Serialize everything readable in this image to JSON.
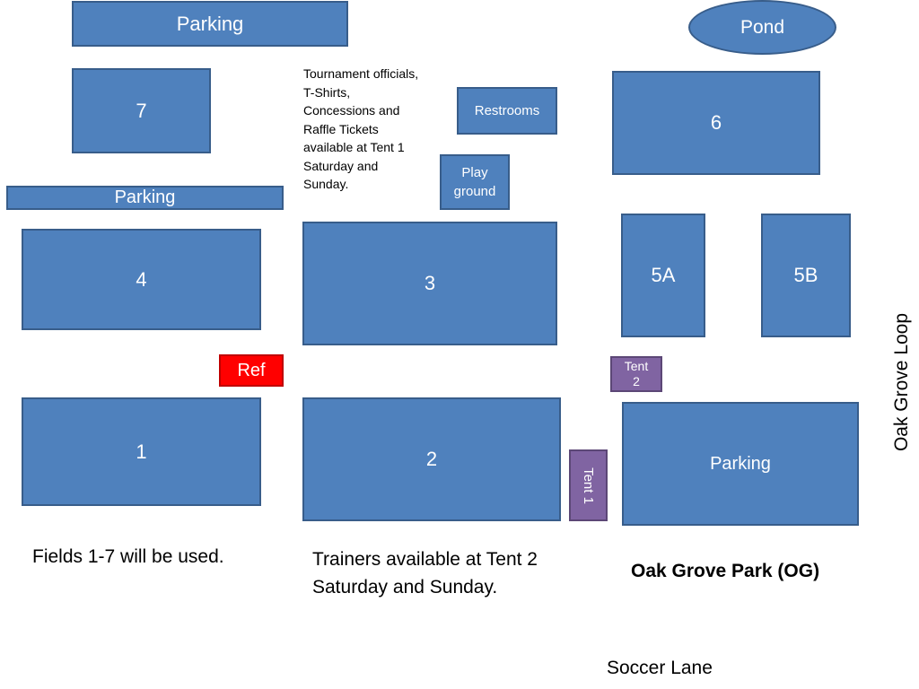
{
  "colors": {
    "field_fill": "#4f81bd",
    "field_border": "#385d8a",
    "tent_fill": "#8064a2",
    "ref_fill": "#ff0000",
    "text": "#000000"
  },
  "areas": {
    "parking_top": "Parking",
    "pond": "Pond",
    "field_7": "7",
    "restrooms": "Restrooms",
    "playground": "Play ground",
    "field_6": "6",
    "parking_mid": "Parking",
    "field_4": "4",
    "field_3": "3",
    "field_5a": "5A",
    "field_5b": "5B",
    "ref": "Ref",
    "tent_2": "Tent 2",
    "field_1": "1",
    "field_2": "2",
    "tent_1": "Tent 1",
    "parking_bottom": "Parking"
  },
  "notes": {
    "officials": "Tournament officials, T-Shirts, Concessions and Raffle Tickets available at Tent 1 Saturday and Sunday.",
    "fields_used": "Fields 1-7 will be used.",
    "trainers": "Trainers available at Tent 2 Saturday and Sunday.",
    "park_name": "Oak Grove Park (OG)",
    "street_bottom": "Soccer Lane",
    "street_right": "Oak Grove Loop"
  }
}
